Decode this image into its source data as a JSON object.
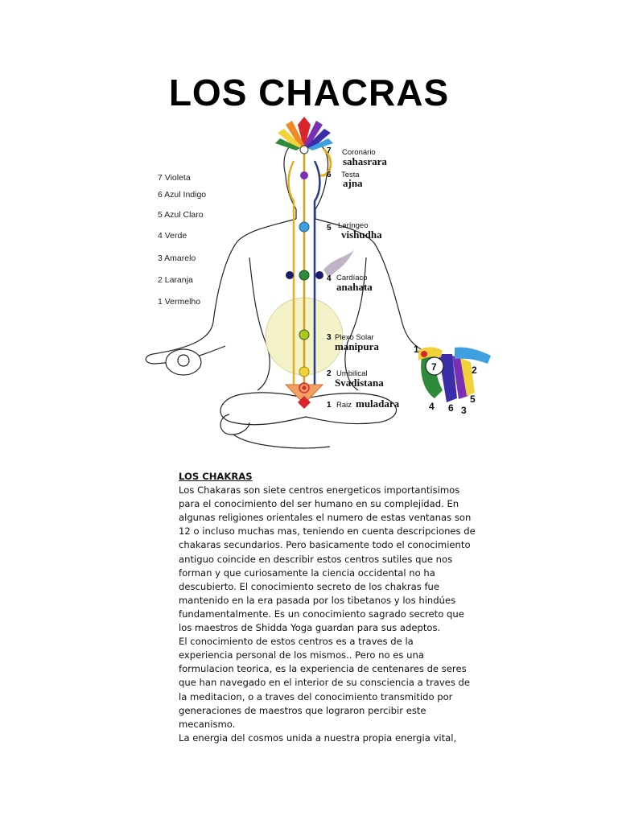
{
  "title": "LOS CHACRAS",
  "figure": {
    "colors_left": [
      {
        "label": "7 Violeta"
      },
      {
        "label": "6 Azul Indigo"
      },
      {
        "label": "5 Azul Claro"
      },
      {
        "label": "4 Verde"
      },
      {
        "label": "3 Amarelo"
      },
      {
        "label": "2 Laranja"
      },
      {
        "label": "1 Vermelho"
      }
    ],
    "chakras": [
      {
        "num": "7",
        "name": "Coronário",
        "sanskrit": "sahasrara"
      },
      {
        "num": "6",
        "name": "Testa",
        "sanskrit": "ajna"
      },
      {
        "num": "5",
        "name": "Laríngeo",
        "sanskrit": "vishudha"
      },
      {
        "num": "4",
        "name": "Cardíaco",
        "sanskrit": "anahata"
      },
      {
        "num": "3",
        "name": "Plexo Solar",
        "sanskrit": "manipura"
      },
      {
        "num": "2",
        "name": "Umbilical",
        "sanskrit": "Svadistana"
      },
      {
        "num": "1",
        "name": "Raiz",
        "sanskrit": "muladara"
      }
    ],
    "hand_numbers": [
      "1",
      "7",
      "2",
      "5",
      "4",
      "6",
      "3"
    ],
    "colors": {
      "violet": "#7b2fb5",
      "indigo": "#3a2fa8",
      "lightblue": "#3fa0e0",
      "green": "#2e8b3a",
      "yellow": "#f2d23a",
      "orange": "#f08a24",
      "red": "#d8262c"
    }
  },
  "article": {
    "heading": "LOS CHAKRAS",
    "body": "Los Chakaras son siete centros energeticos importantisimos\npara el conocimiento del ser humano en su complejidad. En\nalgunas religiones orientales el numero de estas ventanas son\n12 o incluso muchas mas, teniendo en cuenta descripciones de\nchakaras secundarios. Pero basicamente todo el conocimiento\nantiguo coincide en describir estos centros sutiles que nos\nforman y que curiosamente la ciencia occidental no ha\ndescubierto. El conocimiento secreto de los chakras fue\nmantenido en la era pasada por los tibetanos y los hindúes\nfundamentalmente. Es un conocimiento sagrado secreto que\nlos maestros de Shidda Yoga guardan para sus adeptos.\nEl conocimiento de estos centros es a traves de la\nexperiencia personal de los mismos.. Pero no es una\nformulacion teorica, es la experiencia de centenares de seres\nque han navegado en el interior de su consciencia a traves de\nla meditacion, o a traves del conocimiento transmitido por\ngeneraciones de maestros que lograron percibir este\nmecanismo.\nLa energia del cosmos unida a nuestra propia energia vital,"
  }
}
